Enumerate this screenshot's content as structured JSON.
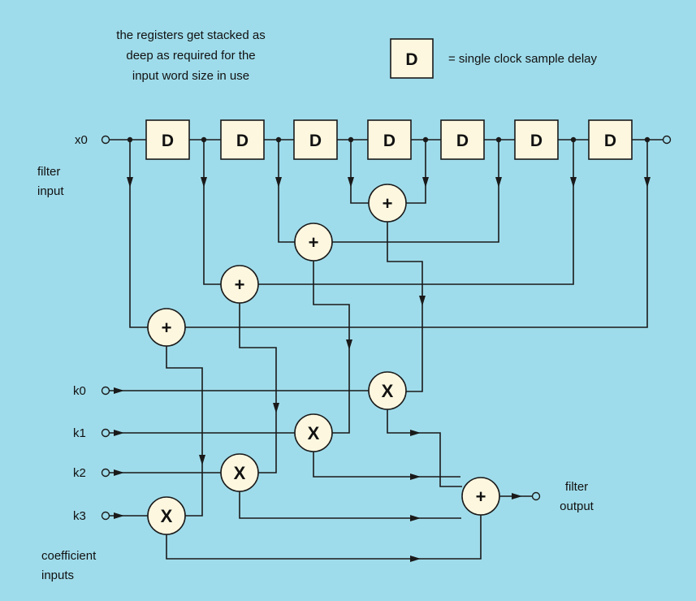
{
  "note_lines": [
    "the registers get stacked as",
    "deep as required for the",
    "input word size in use"
  ],
  "legend": {
    "symbol": "D",
    "text": "= single clock sample delay"
  },
  "delay_label": "D",
  "input": {
    "name": "x0",
    "caption_lines": [
      "filter",
      "input"
    ]
  },
  "adder_symbol": "+",
  "multiplier_symbol": "X",
  "coefficients": [
    "k0",
    "k1",
    "k2",
    "k3"
  ],
  "coefficients_caption_lines": [
    "coefficient",
    "inputs"
  ],
  "output_caption_lines": [
    "filter",
    "output"
  ],
  "colors": {
    "background": "#9fdceb",
    "block_fill": "#fdf7df",
    "line": "#1a1a1a"
  }
}
